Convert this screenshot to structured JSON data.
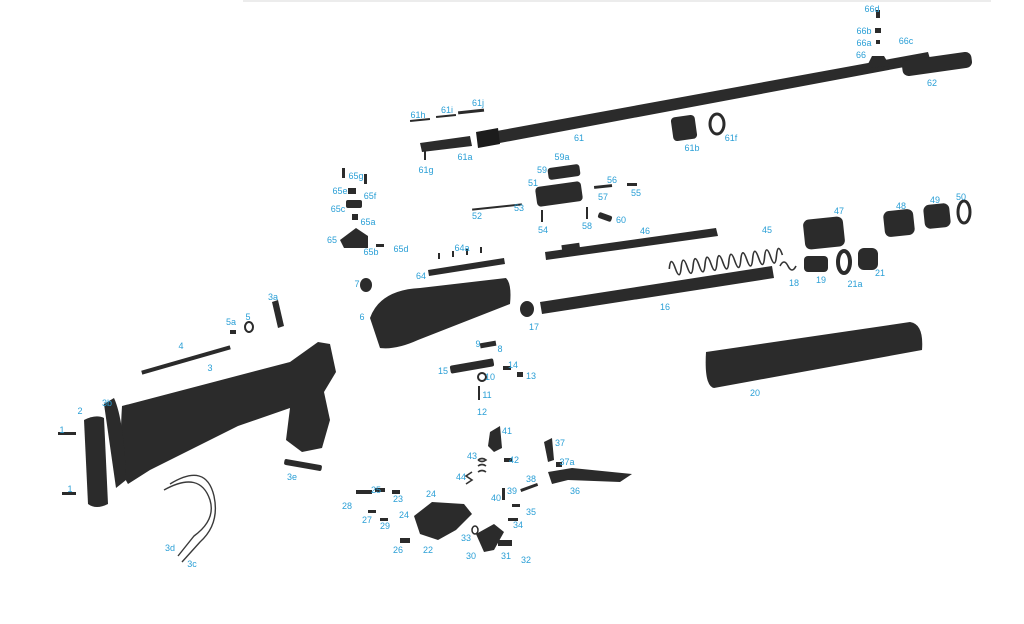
{
  "labels": {
    "l1a": "1",
    "l1b": "1",
    "l2": "2",
    "l3": "3",
    "l3a": "3a",
    "l3b": "3b",
    "l3c": "3c",
    "l3d": "3d",
    "l3e": "3e",
    "l4": "4",
    "l5": "5",
    "l5a": "5a",
    "l6": "6",
    "l7": "7",
    "l8": "8",
    "l9": "9",
    "l10": "10",
    "l11": "11",
    "l12": "12",
    "l13": "13",
    "l14": "14",
    "l15": "15",
    "l16": "16",
    "l17": "17",
    "l18": "18",
    "l19": "19",
    "l20": "20",
    "l21": "21",
    "l21a": "21a",
    "l22": "22",
    "l23": "23",
    "l24a": "24",
    "l24b": "24",
    "l25": "25",
    "l26": "26",
    "l27": "27",
    "l28": "28",
    "l29": "29",
    "l30": "30",
    "l31": "31",
    "l32": "32",
    "l33": "33",
    "l34": "34",
    "l35": "35",
    "l36": "36",
    "l37": "37",
    "l37a": "37a",
    "l38": "38",
    "l39": "39",
    "l40": "40",
    "l41": "41",
    "l42": "42",
    "l43": "43",
    "l44": "44",
    "l45": "45",
    "l46": "46",
    "l47": "47",
    "l48": "48",
    "l49": "49",
    "l50": "50",
    "l51": "51",
    "l52": "52",
    "l53": "53",
    "l54": "54",
    "l55": "55",
    "l56": "56",
    "l57": "57",
    "l58": "58",
    "l59": "59",
    "l59a": "59a",
    "l60": "60",
    "l61": "61",
    "l61a": "61a",
    "l61b": "61b",
    "l61f": "61f",
    "l61g": "61g",
    "l61h": "61h",
    "l61i": "61i",
    "l61j": "61j",
    "l62": "62",
    "l64": "64",
    "l64a": "64a",
    "l65": "65",
    "l65a": "65a",
    "l65b": "65b",
    "l65c": "65c",
    "l65d": "65d",
    "l65e": "65e",
    "l65f": "65f",
    "l65g": "65g",
    "l66": "66",
    "l66a": "66a",
    "l66b": "66b",
    "l66c": "66c",
    "l66d": "66d"
  },
  "colors": {
    "label": "#2a9fd6",
    "part": "#2b2b2b",
    "background": "#ffffff"
  }
}
